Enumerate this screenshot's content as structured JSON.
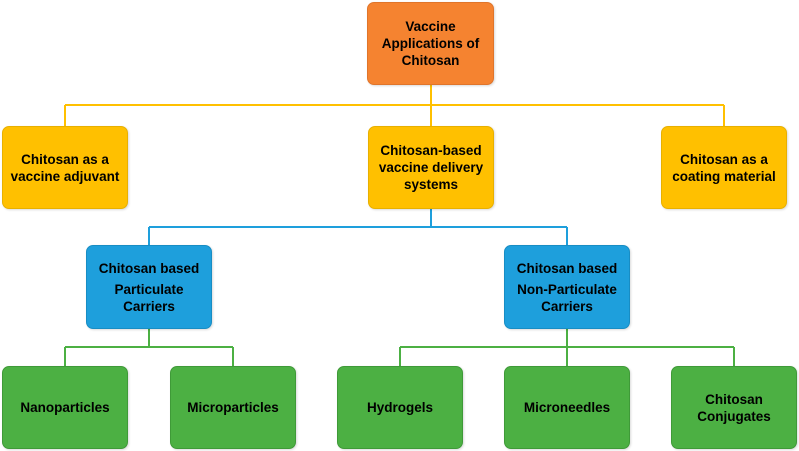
{
  "colors": {
    "root": "#f58330",
    "level1": "#ffc000",
    "level2": "#1e9fdc",
    "level3": "#4cb043",
    "connector_top": "#ffc000",
    "connector_mid": "#1e9fdc",
    "connector_bottom": "#4cb043"
  },
  "nodes": {
    "root": {
      "lines": [
        "Vaccine",
        "Applications of",
        "Chitosan"
      ]
    },
    "adjuvant": {
      "lines": [
        "Chitosan as a",
        "vaccine adjuvant"
      ]
    },
    "delivery": {
      "lines": [
        "Chitosan-based",
        "vaccine delivery",
        "systems"
      ]
    },
    "coating": {
      "lines": [
        "Chitosan as a",
        "coating material"
      ]
    },
    "particulate": {
      "lines": [
        "Chitosan based",
        "Particulate",
        "Carriers"
      ]
    },
    "non_particulate": {
      "lines": [
        "Chitosan based",
        "Non-Particulate",
        "Carriers"
      ]
    },
    "nanoparticles": {
      "lines": [
        "Nanoparticles"
      ]
    },
    "microparticles": {
      "lines": [
        "Microparticles"
      ]
    },
    "hydrogels": {
      "lines": [
        "Hydrogels"
      ]
    },
    "microneedles": {
      "lines": [
        "Microneedles"
      ]
    },
    "conjugates": {
      "lines": [
        "Chitosan",
        "Conjugates"
      ]
    }
  }
}
